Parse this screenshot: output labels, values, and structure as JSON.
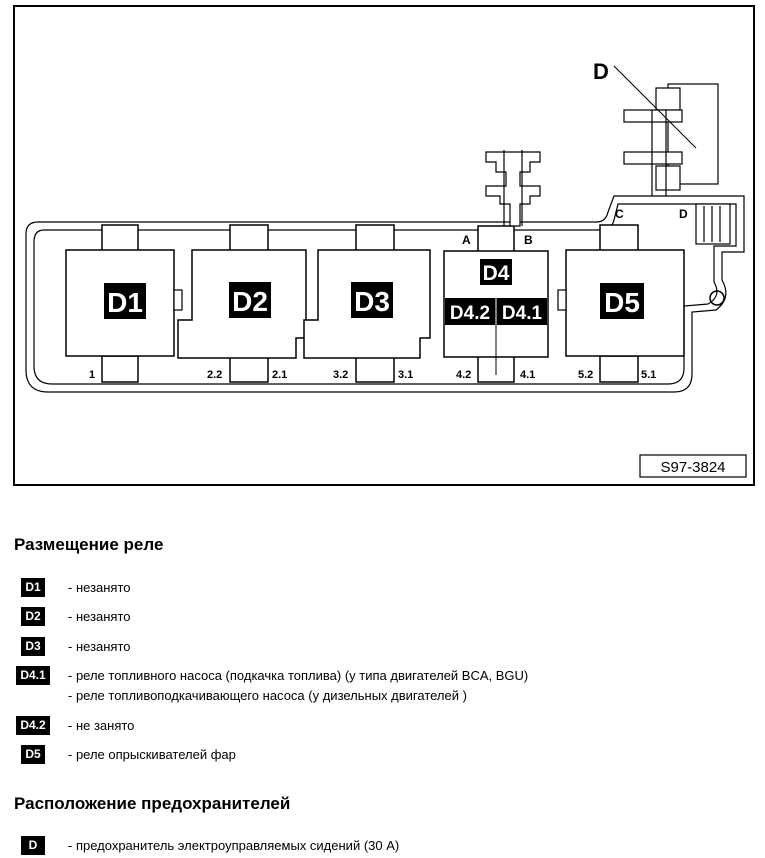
{
  "diagram": {
    "relay_labels": {
      "d1": "D1",
      "d2": "D2",
      "d3": "D3",
      "d4": "D4",
      "d41": "D4.1",
      "d42": "D4.2",
      "d5": "D5"
    },
    "pin_labels": {
      "p1": "1",
      "p22": "2.2",
      "p21": "2.1",
      "p32": "3.2",
      "p31": "3.1",
      "p42": "4.2",
      "p41": "4.1",
      "p52": "5.2",
      "p51": "5.1"
    },
    "connector_labels": {
      "a": "A",
      "b": "B",
      "c": "C",
      "d_small": "D"
    },
    "fuse_callout": "D",
    "figure_id": "S97-3824"
  },
  "relays_section": {
    "title": "Размещение реле",
    "items": [
      {
        "badge": "D1",
        "text": "- незанято"
      },
      {
        "badge": "D2",
        "text": "- незанято"
      },
      {
        "badge": "D3",
        "text": "- незанято"
      },
      {
        "badge": "D4.1",
        "text": "- реле топливного насоса (подкачка топлива) (у типа двигателей BCA, BGU)",
        "text2": "- реле топливоподкачивающего насоса (у дизельных двигателей )"
      },
      {
        "badge": "D4.2",
        "text": "- не занято"
      },
      {
        "badge": "D5",
        "text": "- реле опрыскивателей фар"
      }
    ]
  },
  "fuses_section": {
    "title": "Расположение предохранителей",
    "items": [
      {
        "badge": "D",
        "text": "- предохранитель электроуправляемых сидений (30 A)"
      }
    ]
  }
}
